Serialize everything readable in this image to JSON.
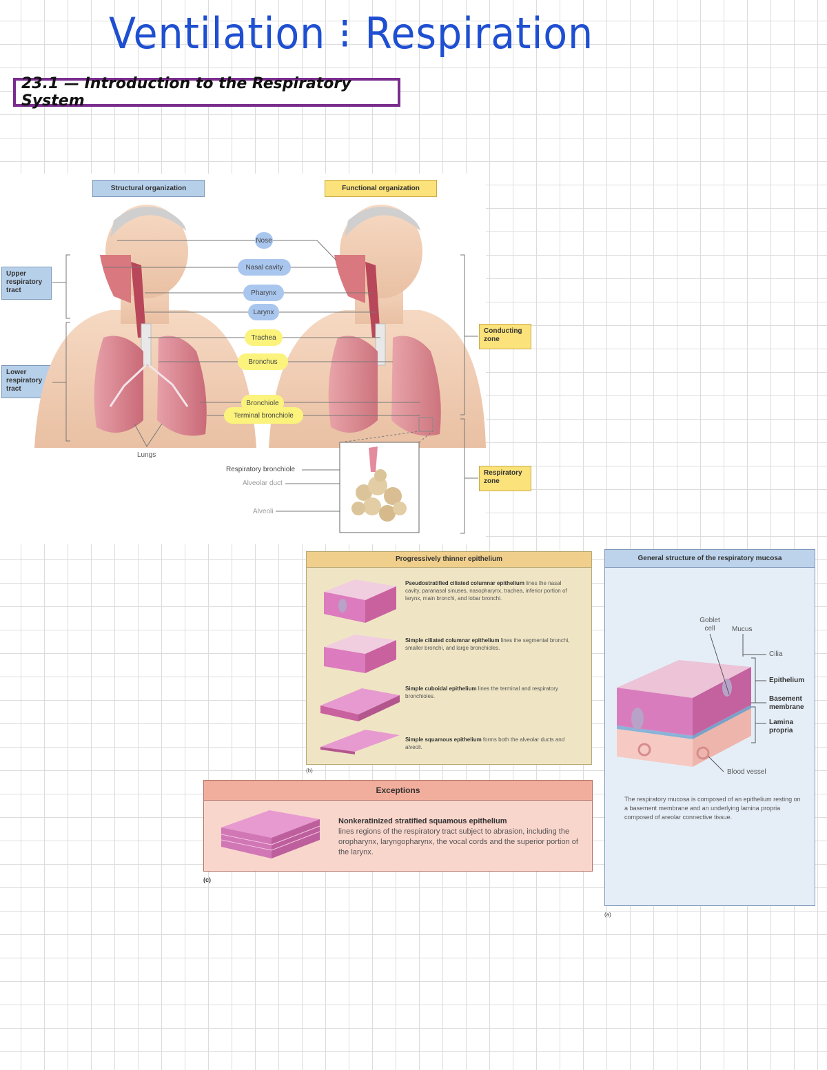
{
  "page": {
    "title": "Ventilation ⁝ Respiration",
    "section_label": "23.1 — Introduction to the Respiratory System"
  },
  "figure_main": {
    "structural_header": "Structural organization",
    "functional_header": "Functional organization",
    "upper_tract": "Upper respiratory tract",
    "lower_tract": "Lower respiratory tract",
    "conducting_zone": "Conducting zone",
    "respiratory_zone": "Respiratory zone",
    "lungs_label": "Lungs",
    "structures": [
      {
        "label": "Nose",
        "group": "upper"
      },
      {
        "label": "Nasal cavity",
        "group": "upper"
      },
      {
        "label": "Pharynx",
        "group": "upper"
      },
      {
        "label": "Larynx",
        "group": "upper"
      },
      {
        "label": "Trachea",
        "group": "lower"
      },
      {
        "label": "Bronchus",
        "group": "lower"
      },
      {
        "label": "Bronchiole",
        "group": "lower"
      },
      {
        "label": "Terminal bronchiole",
        "group": "lower"
      }
    ],
    "alveoli_labels": [
      "Respiratory bronchiole",
      "Alveolar duct",
      "Alveoli"
    ]
  },
  "panel_b": {
    "title": "Progressively thinner epithelium",
    "caption": "(b)",
    "items": [
      {
        "name": "Pseudostratified ciliated columnar epithelium",
        "desc": " lines the nasal cavity, paranasal sinuses, nasopharynx, trachea, inferior portion of larynx, main bronchi, and lobar bronchi."
      },
      {
        "name": "Simple ciliated columnar epithelium",
        "desc": " lines the segmental bronchi, smaller bronchi, and large bronchioles."
      },
      {
        "name": "Simple cuboidal epithelium",
        "desc": " lines the terminal and respiratory bronchioles."
      },
      {
        "name": "Simple squamous epithelium",
        "desc": " forms both the alveolar ducts and alveoli."
      }
    ]
  },
  "panel_a": {
    "title": "General structure of the respiratory mucosa",
    "caption": "(a)",
    "labels": {
      "goblet": "Goblet cell",
      "mucus": "Mucus",
      "cilia": "Cilia",
      "epithelium": "Epithelium",
      "basement": "Basement membrane",
      "lamina": "Lamina propria",
      "vessel": "Blood vessel"
    },
    "description": "The respiratory mucosa is composed of an epithelium resting on a basement membrane and an underlying lamina propria composed of areolar connective tissue."
  },
  "panel_c": {
    "title": "Exceptions",
    "caption": "(c)",
    "name": "Nonkeratinized stratified squamous epithelium",
    "desc": "lines regions of the respiratory tract subject to abrasion, including the oropharynx, laryngopharynx, the vocal cords and the superior portion of the larynx."
  },
  "colors": {
    "title_blue": "#1f4fd1",
    "section_purple": "#7a2d8e",
    "label_blue": "#b7d0ea",
    "label_yellow": "#fbe27a",
    "pill_blue": "#a9c6ee",
    "pill_yellow": "#fbf37c",
    "tissue_pink": "#e48bc4"
  }
}
